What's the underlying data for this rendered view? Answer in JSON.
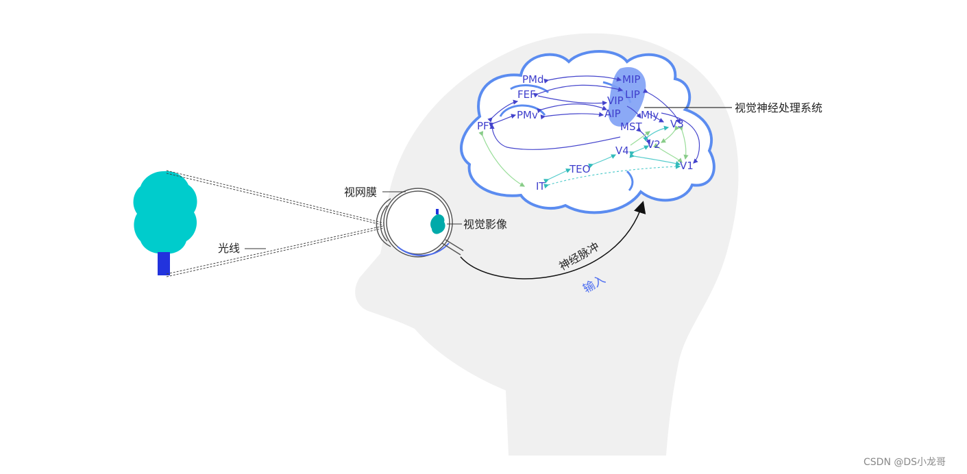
{
  "labels": {
    "retina": "视网膜",
    "visual_image": "视觉影像",
    "light": "光线",
    "nerve_impulse": "神经脉冲",
    "input": "输入",
    "visual_system": "视觉神经处理系统"
  },
  "areas": {
    "pmd": "PMd",
    "mip": "MIP",
    "fef": "FEF",
    "lip": "LIP",
    "vip": "VIP",
    "pmv": "PMv",
    "aip": "AIP",
    "mt": "MIy",
    "v3": "V3",
    "pf": "PF",
    "mst": "MST",
    "v2": "V2",
    "v4": "V4",
    "v1": "V1",
    "teo": "TEO",
    "it": "IT"
  },
  "watermark": "CSDN @DS小龙哥",
  "colors": {
    "head": "#f0f0f0",
    "cloud_stroke": "#5b8cf0",
    "area_text": "#3f3fcc",
    "tree_crown": "#00cccc",
    "tree_trunk": "#2233dd",
    "highlight": "#7ea0f5",
    "ventral_arrows": "#55cccc",
    "dorsal_arrows": "#4444cc",
    "green_arrows": "#99dd99"
  }
}
